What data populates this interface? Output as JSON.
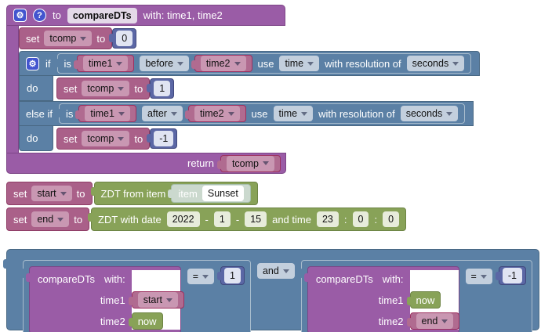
{
  "colors": {
    "purple": "#9a5ca6",
    "blue": "#5b80a5",
    "navy": "#5b67a5",
    "mauve": "#aa6089",
    "green": "#88a258",
    "pale_item": "#cbd9ce",
    "icon_blue": "#4355cf"
  },
  "func": {
    "header": {
      "gear_icon": "⚙",
      "help_icon": "?",
      "to": "to",
      "name": "compareDTs",
      "params": "with: time1, time2"
    },
    "set0": {
      "set": "set",
      "var": "tcomp",
      "to": "to",
      "value": "0"
    },
    "if_label": "if",
    "cond1": {
      "is": "is",
      "left": "time1",
      "op": "before",
      "right": "time2",
      "use": "use",
      "source": "time",
      "res_label": "with resolution of",
      "res": "seconds"
    },
    "do1": {
      "do": "do",
      "set": "set",
      "var": "tcomp",
      "to": "to",
      "value": "1"
    },
    "elseif_label": "else if",
    "cond2": {
      "is": "is",
      "left": "time1",
      "op": "after",
      "right": "time2",
      "use": "use",
      "source": "time",
      "res_label": "with resolution of",
      "res": "seconds"
    },
    "do2": {
      "do": "do",
      "set": "set",
      "var": "tcomp",
      "to": "to",
      "value": "-1"
    },
    "return": {
      "label": "return",
      "var": "tcomp"
    }
  },
  "start_row": {
    "set": "set",
    "var": "start",
    "to": "to",
    "zdt_label": "ZDT from item",
    "item_label": "item",
    "item_name": "Sunset"
  },
  "end_row": {
    "set": "set",
    "var": "end",
    "to": "to",
    "zdt_label": "ZDT with date",
    "date": [
      "2022",
      "1",
      "15"
    ],
    "dash": "-",
    "and_time": "and time",
    "time": [
      "23",
      "0",
      "0"
    ],
    "colon": ":"
  },
  "condition": {
    "left": {
      "name": "compareDTs",
      "with_label": "with:",
      "param1": "time1",
      "param2": "time2",
      "arg1": "start",
      "arg2": "now",
      "op": "=",
      "value": "1"
    },
    "and_op": "and",
    "right": {
      "name": "compareDTs",
      "with_label": "with:",
      "param1": "time1",
      "param2": "time2",
      "arg1": "now",
      "arg2": "end",
      "op": "=",
      "value": "-1"
    }
  }
}
